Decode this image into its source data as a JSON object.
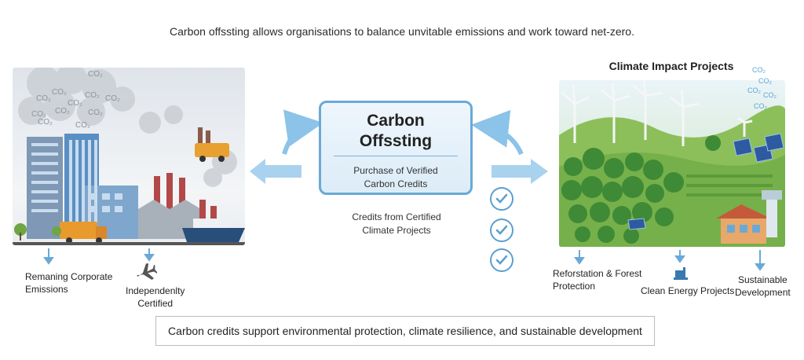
{
  "headline": "Carbon offssting allows organisations to balance unvitable emissions and work toward net-zero.",
  "center": {
    "title_line1": "Carbon",
    "title_line2": "Offssting",
    "sub_line1": "Purchase of Verified",
    "sub_line2": "Carbon Credits"
  },
  "credits": {
    "line1": "Credits from Certified",
    "line2": "Climate Projects"
  },
  "projects_title": "Climate Impact Projects",
  "left_labels": {
    "emissions_line1": "Remaning Corporate",
    "emissions_line2": "Emissions",
    "certified_line1": "Independenlty",
    "certified_line2": "Certified"
  },
  "right_labels": {
    "reforestation_line1": "Reforstation & Forest",
    "reforestation_line2": "Protection",
    "clean_energy": "Clean Energy Projects",
    "sustainable_line1": "Sustainable",
    "sustainable_line2": "Development"
  },
  "footer": "Carbon credits support environmental protection, climate resilience, and sustainable development",
  "co2_label": "CO₂",
  "colors": {
    "accent_blue": "#6aa9d6",
    "arrow_blue": "#8cc3e8",
    "check_blue": "#5b9fd0"
  },
  "icons": [
    "airplane-icon",
    "wind-turbine-icon",
    "check-icon",
    "arrow-icon"
  ]
}
